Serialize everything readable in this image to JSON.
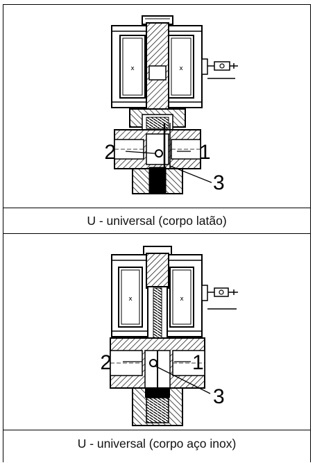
{
  "panels": [
    {
      "caption": "U - universal (corpo latão)",
      "labels": {
        "port_left": "2",
        "port_right": "1",
        "part": "3"
      }
    },
    {
      "caption": "U - universal (corpo aço inox)",
      "labels": {
        "port_left": "2",
        "port_right": "1",
        "part": "3"
      }
    }
  ],
  "colors": {
    "line": "#000000",
    "fill": "#ffffff"
  }
}
